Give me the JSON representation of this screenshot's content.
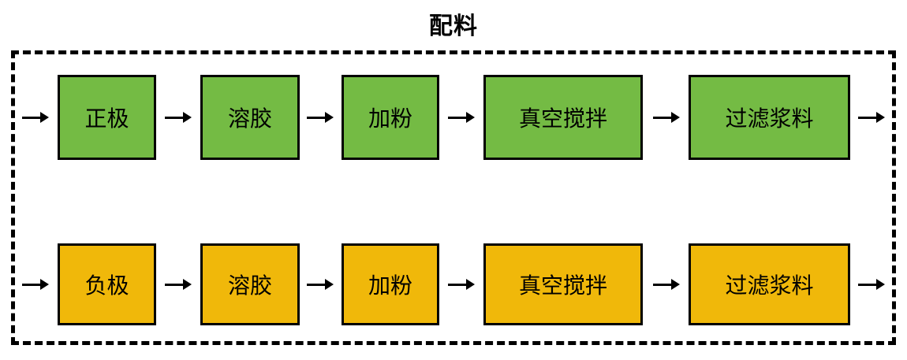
{
  "title": "配料",
  "colors": {
    "row_positive": "#74BB44",
    "row_negative": "#F0B80A",
    "border": "#000000",
    "arrow": "#000000",
    "text": "#000000"
  },
  "rows": [
    {
      "id": "positive-electrode-line",
      "color": "#74BB44",
      "steps": [
        "正极",
        "溶胶",
        "加粉",
        "真空搅拌",
        "过滤浆料"
      ]
    },
    {
      "id": "negative-electrode-line",
      "color": "#F0B80A",
      "steps": [
        "负极",
        "溶胶",
        "加粉",
        "真空搅拌",
        "过滤浆料"
      ]
    }
  ]
}
